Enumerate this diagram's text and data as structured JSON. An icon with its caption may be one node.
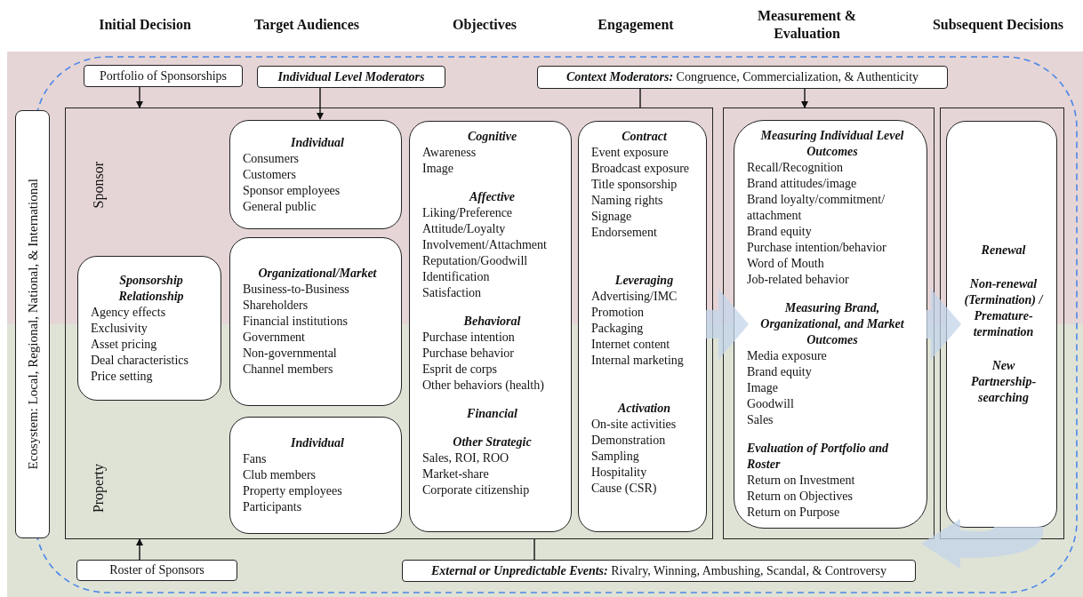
{
  "diagram": {
    "nodes": [
      {
        "text": [
          "Ecosystem: Local, Regional, National, & International"
        ]
      },
      {
        "text": [
          "Portfolio of Sponsorships"
        ]
      },
      {
        "text": [
          "Individual Level Moderators"
        ]
      },
      {
        "text": [
          "**Context Moderators:** Congruence, Commercialization, & Authenticity"
        ]
      },
      {
        "text": [
          "Sponsor",
          "Property"
        ]
      },
      {
        "text": [
          "Sponsorship Relationship",
          "Agency effects",
          "Exclusivity",
          "Asset pricing",
          "Deal characteristics",
          "Price setting"
        ],
        "in": 4
      },
      {
        "text": [
          "Individual",
          "Consumers",
          "Customers",
          "Sponsor employees",
          "General public"
        ],
        "in": 4
      },
      {
        "text": [
          "Organizational/Market",
          "Business-to-Business",
          "Shareholders",
          "Financial institutions",
          "Government",
          "Non-governmental",
          "Channel members"
        ],
        "in": 4
      },
      {
        "text": [
          "Individual",
          "Fans",
          "Club members",
          "Property employees",
          "Participants"
        ],
        "in": 4
      },
      {
        "text": [
          "Cognitive",
          "Awareness",
          "Image",
          "Affective",
          "Liking/Preference",
          "Attitude/Loyalty",
          "Involvement/Attachment",
          "Reputation/Goodwill",
          "Identification",
          "Satisfaction",
          "Behavioral",
          "Purchase intention",
          "Purchase behavior",
          "Esprit de corps",
          "Other behaviors (health)",
          "Financial",
          "Other Strategic",
          "Sales, ROI, ROO",
          "Market-share",
          "Corporate citizenship"
        ],
        "in": 4
      },
      {
        "text": [
          "Contract",
          "Event exposure",
          "Broadcast exposure",
          "Title sponsorship",
          "Naming rights",
          "Signage",
          "Endorsement",
          "Leveraging",
          "Advertising/IMC",
          "Promotion",
          "Packaging",
          "Internet content",
          "Internal marketing",
          "Activation",
          "On-site activities",
          "Demonstration",
          "Sampling",
          "Hospitality",
          "Cause (CSR)"
        ],
        "in": 4
      },
      {
        "text": [],
        "shape": "box"
      },
      {
        "text": [
          "Measuring Individual Level Outcomes",
          "Recall/Recognition",
          "Brand attitudes/image",
          "Brand loyalty/commitment/ attachment",
          "Brand equity",
          "Purchase intention/behavior",
          "Word of Mouth",
          "Job-related behavior",
          "Measuring Brand, Organizational, and Market Outcomes",
          "Media exposure",
          "Brand equity",
          "Image",
          "Goodwill",
          "Sales",
          "Evaluation of Portfolio and Roster",
          "Return on Investment",
          "Return on Objectives",
          "Return on Purpose"
        ],
        "in": 11
      },
      {
        "text": [],
        "shape": "box"
      },
      {
        "text": [
          "Renewal",
          "Non-renewal (Termination) / Premature-termination",
          "New Partnership-searching"
        ],
        "in": 13
      },
      {
        "text": [
          "Roster of Sponsors"
        ]
      },
      {
        "text": [
          "**External or Unpredictable Events:** Rivalry, Winning, Ambushing, Scandal, & Controversy"
        ]
      }
    ],
    "edges": [
      {
        "from": 1,
        "to": 4,
        "arrow": "to"
      },
      {
        "from": 2,
        "to": 6,
        "arrow": "to"
      },
      {
        "from": 3,
        "to": 4,
        "arrow": "none"
      },
      {
        "from": 3,
        "to": 11,
        "arrow": "to"
      },
      {
        "from": 15,
        "to": 4,
        "arrow": "to"
      },
      {
        "from": 4,
        "to": 16,
        "arrow": "none"
      },
      {
        "from": 10,
        "to": 12,
        "arrow": "to",
        "style": "thick",
        "color": "#c3d4ea"
      },
      {
        "from": 12,
        "to": 14,
        "arrow": "to",
        "style": "thick",
        "color": "#c3d4ea"
      },
      {
        "from": 14,
        "to": null,
        "arrow": "to",
        "style": "thick",
        "color": "#c3d4ea"
      }
    ],
    "labels": [
      "Initial Decision",
      "Target Audiences",
      "Objectives",
      "Engagement",
      "Measurement & Evaluation",
      "Subsequent Decisions"
    ]
  }
}
